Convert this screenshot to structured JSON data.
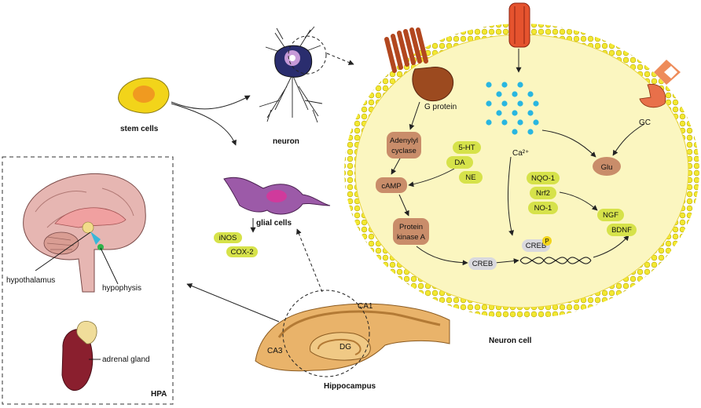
{
  "labels": {
    "stem_cells": "stem cells",
    "neuron": "neuron",
    "glial_cells": "glial cells",
    "hypothalamus": "hypothalamus",
    "hypophysis": "hypophysis",
    "adrenal_gland": "adrenal gland",
    "hpa": "HPA",
    "ca1": "CA1",
    "ca3": "CA3",
    "dg": "DG",
    "hippocampus": "Hippocampus",
    "neuron_cell": "Neuron cell",
    "g_protein": "G protein",
    "gc": "GC",
    "ca2": "Ca²⁺",
    "p": "P"
  },
  "glial_markers": [
    "iNOS",
    "COX-2"
  ],
  "pathway": {
    "adenylyl_cyclase": [
      "Adenylyl",
      "cyclase"
    ],
    "camp": "cAMP",
    "protein_kinase_a": [
      "Protein",
      "kinase A"
    ],
    "monoamines": [
      "5-HT",
      "DA",
      "NE"
    ],
    "creb": "CREB",
    "creb_p": "CREB",
    "glu": "Glu",
    "oxidative": [
      "NQO-1",
      "Nrf2",
      "NO-1"
    ],
    "neurotrophins": [
      "NGF",
      "BDNF"
    ]
  },
  "colors": {
    "membrane": "#f3e833",
    "cytoplasm": "#fbf6c0",
    "enzyme": "#c98d6a",
    "pill": "#d6e24a",
    "creb": "#d9d9de",
    "calcium": "#29b6e0",
    "channel": "#e5532e",
    "receptor": "#b2471f",
    "gc": "#e8704a"
  }
}
